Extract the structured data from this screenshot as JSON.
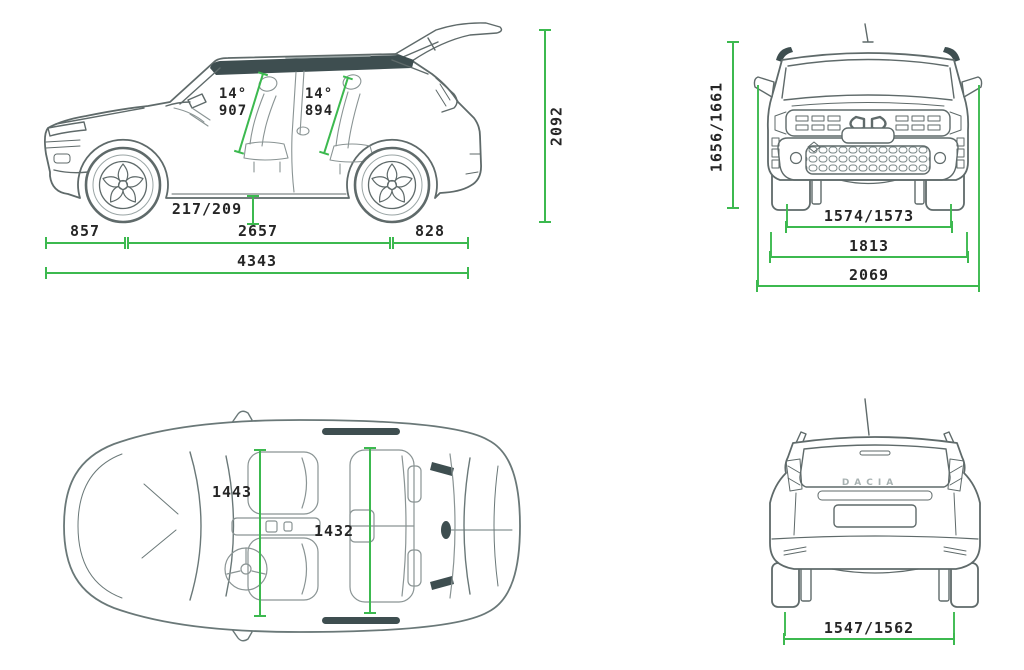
{
  "colors": {
    "dimension_green": "#3cb94f",
    "outline_gray": "#5f6a6a",
    "dark_fill": "#3e4e50",
    "label_text": "#262626"
  },
  "side_view": {
    "seat_angle_front": "14°",
    "seat_height_front": "907",
    "seat_angle_rear": "14°",
    "seat_height_rear": "894",
    "ground_clearance": "217/209",
    "front_overhang": "857",
    "wheelbase": "2657",
    "rear_overhang": "828",
    "overall_length": "4343",
    "open_tailgate_height": "2092"
  },
  "front_view": {
    "overall_height": "1656/1661",
    "front_track": "1574/1573",
    "body_width": "1813",
    "width_with_mirrors": "2069"
  },
  "top_view": {
    "front_interior_width": "1443",
    "rear_interior_width": "1432"
  },
  "rear_view": {
    "badge": "DACIA",
    "rear_track": "1547/1562"
  }
}
